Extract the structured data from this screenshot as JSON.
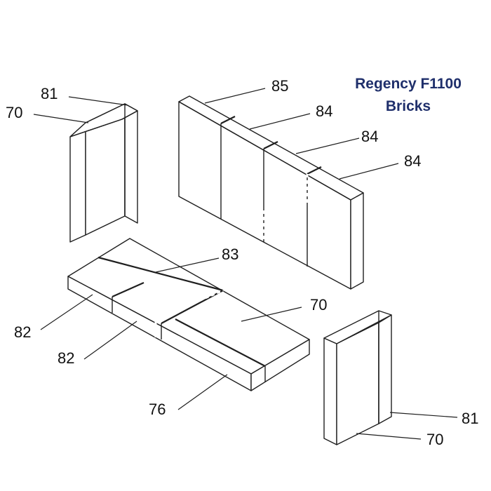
{
  "title": {
    "line1": "Regency F1100",
    "line2": "Bricks",
    "color": "#1f2f6b"
  },
  "callouts": {
    "left_top": "81",
    "left_bottom": "70",
    "back_top": "85",
    "back_2": "84",
    "back_3": "84",
    "back_4": "84",
    "floor_center": "83",
    "floor_right": "70",
    "floor_left_a": "82",
    "floor_left_b": "82",
    "floor_front": "76",
    "right_top": "81",
    "right_bottom": "70"
  }
}
